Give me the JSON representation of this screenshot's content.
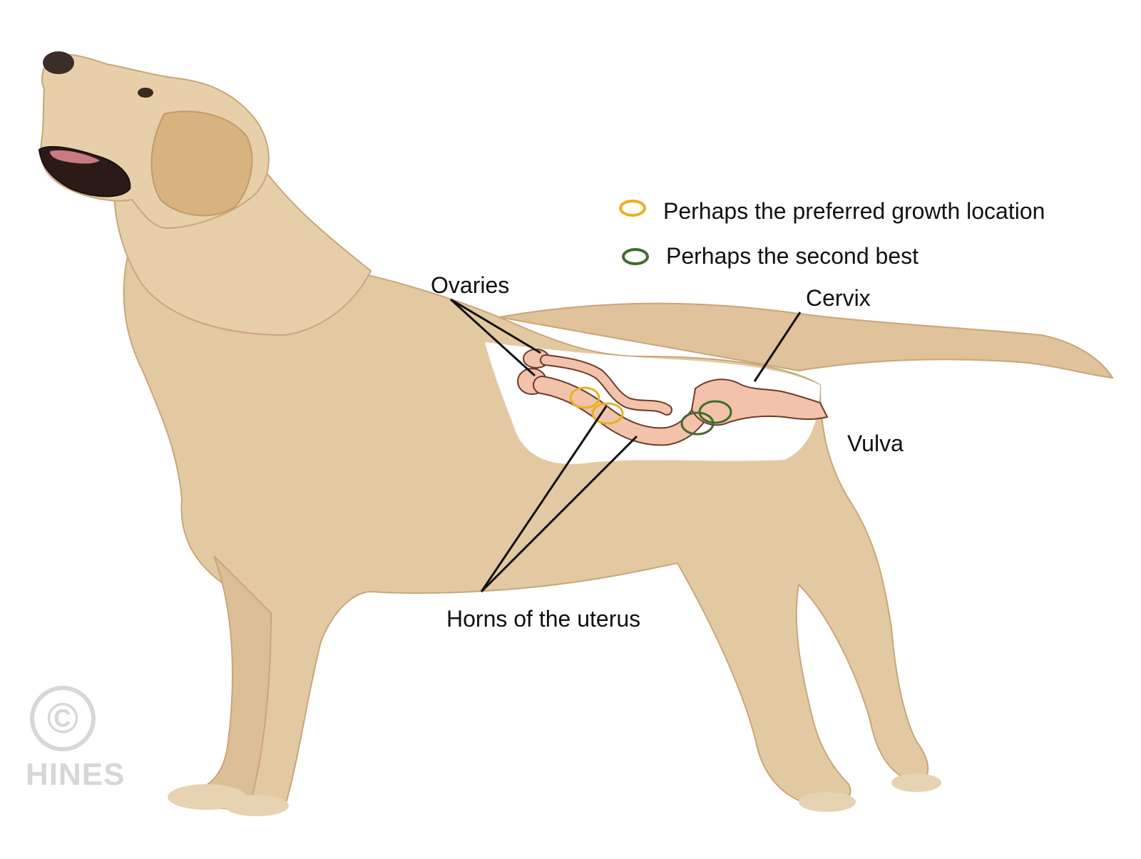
{
  "legend": {
    "items": [
      {
        "label": "Perhaps the preferred growth location",
        "color": "#e6b21e",
        "icon": "yellow-ring-icon"
      },
      {
        "label": "Perhaps the second best",
        "color": "#3f6b2e",
        "icon": "green-ring-icon"
      }
    ]
  },
  "labels": {
    "ovaries": "Ovaries",
    "cervix": "Cervix",
    "vulva": "Vulva",
    "horns": "Horns of the uterus"
  },
  "watermark": {
    "symbol": "©",
    "text": "HINES"
  },
  "colors": {
    "dog_coat": "#e3c9a2",
    "dog_shadow": "#caa576",
    "organ": "#f2c2aa",
    "organ_outline": "#6b3b2b",
    "leader_line": "#111111",
    "watermark": "#d7d7d7"
  }
}
